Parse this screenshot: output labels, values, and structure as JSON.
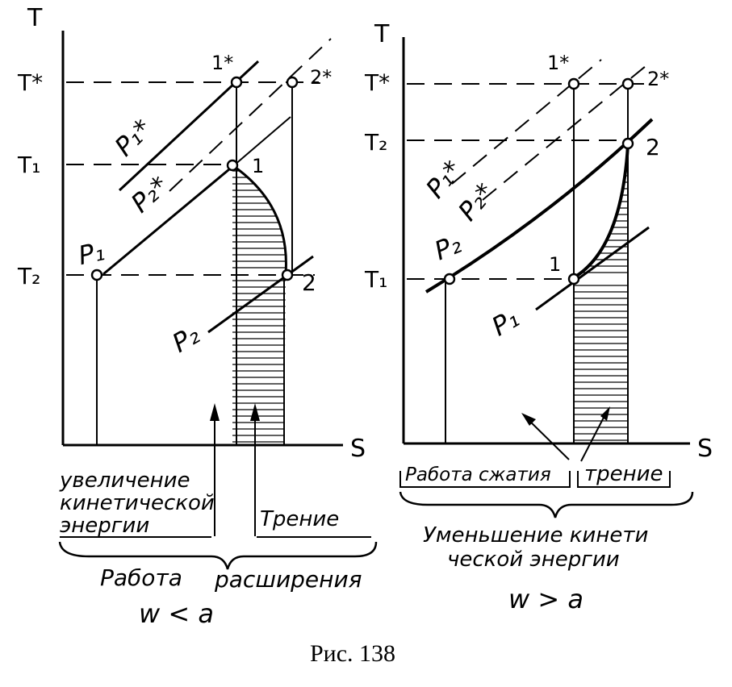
{
  "left_diagram": {
    "axis_y_label": "T",
    "axis_x_label": "S",
    "levels": [
      "T*",
      "T₁",
      "T₂"
    ],
    "points": [
      "1*",
      "2*",
      "1",
      "2"
    ],
    "isobars": [
      "P₁*",
      "P₂*",
      "P₁",
      "P₂"
    ],
    "labels": {
      "kinetic_line1": "увеличение",
      "kinetic_line2": "кинетической",
      "kinetic_line3": "энергии",
      "friction": "Трение",
      "work_word1": "Работа",
      "work_word2": "расширения",
      "condition": "w < a"
    }
  },
  "right_diagram": {
    "axis_y_label": "T",
    "axis_x_label": "S",
    "levels": [
      "T*",
      "T₂",
      "T₁"
    ],
    "points": [
      "1*",
      "2*",
      "2",
      "1"
    ],
    "isobars": [
      "P₁*",
      "P₂*",
      "P₂",
      "P₁"
    ],
    "labels": {
      "compression_work": "Работа сжатия",
      "friction": "трение",
      "decrease_line1": "Уменьшение кинети",
      "decrease_line2": "ческой     энергии",
      "condition": "w > a"
    }
  },
  "caption": "Рис. 138"
}
